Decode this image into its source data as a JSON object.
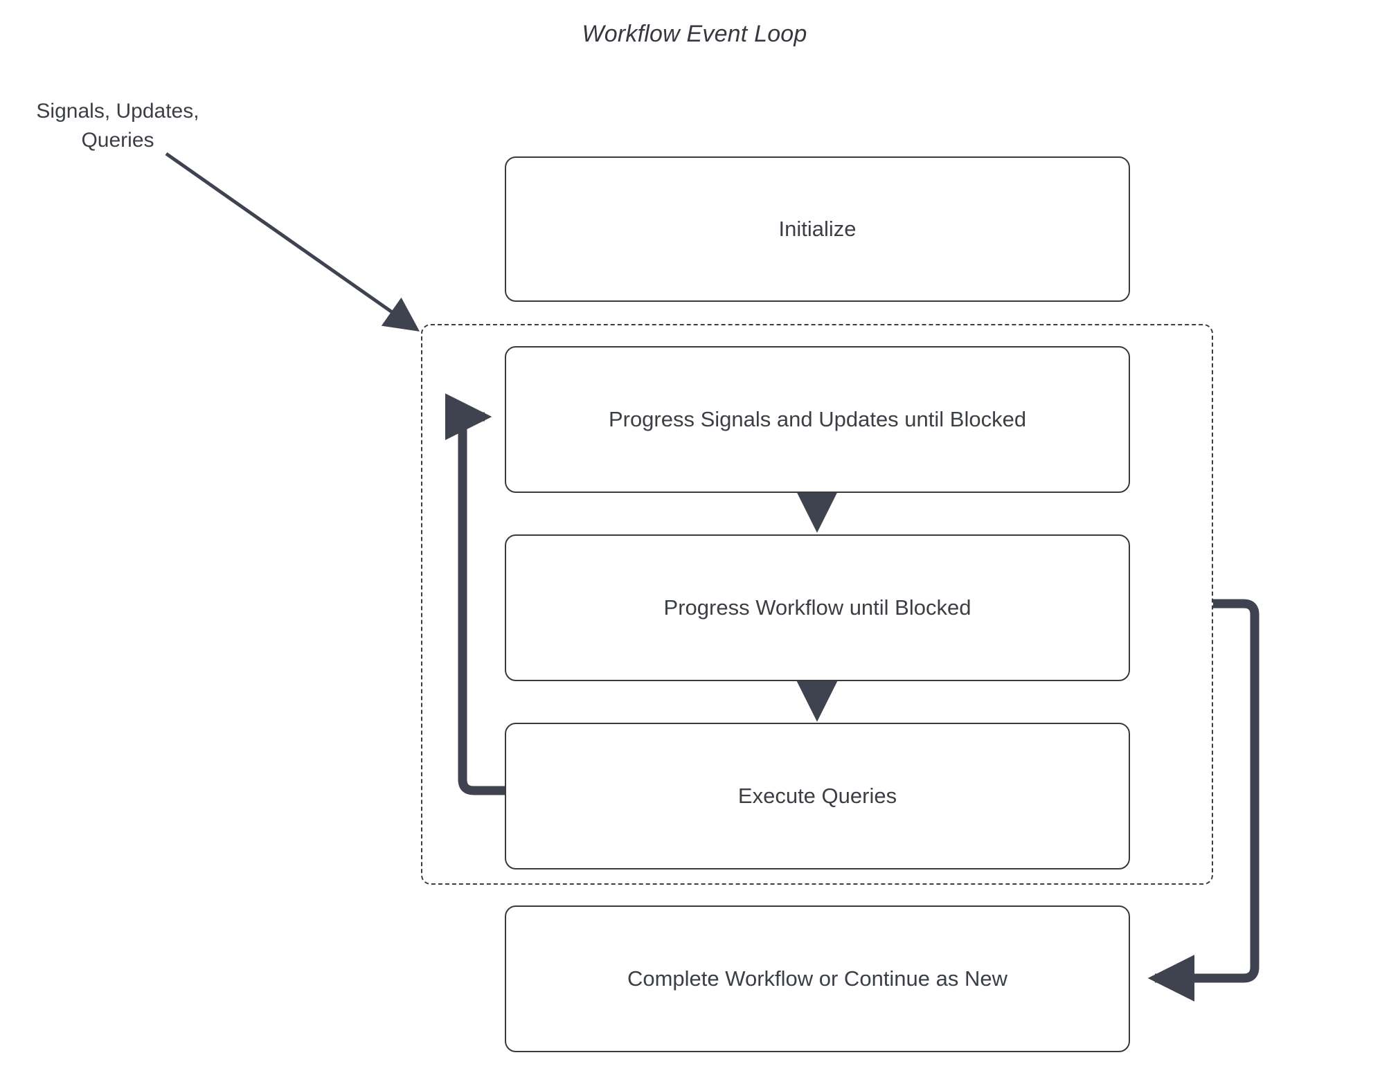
{
  "diagram": {
    "title": "Workflow Event Loop",
    "external_label": "Signals, Updates, Queries",
    "colors": {
      "node_border": "#39393b",
      "node_fill": "#ffffff",
      "text": "#3b3f45",
      "arrow": "#3f434f",
      "dashed_border": "#3c3c3e",
      "background": "#ffffff"
    },
    "nodes": [
      {
        "id": "initialize",
        "label": "Initialize"
      },
      {
        "id": "progress-signals-updates",
        "label": "Progress Signals and Updates until Blocked"
      },
      {
        "id": "progress-workflow",
        "label": "Progress Workflow until Blocked"
      },
      {
        "id": "execute-queries",
        "label": "Execute Queries"
      },
      {
        "id": "complete-workflow",
        "label": "Complete Workflow or Continue as New"
      }
    ],
    "group": {
      "id": "event-loop-group",
      "style": "dashed",
      "contains": [
        "progress-signals-updates",
        "progress-workflow",
        "execute-queries"
      ]
    },
    "edges": [
      {
        "from": "external-input",
        "to": "event-loop-group",
        "label": "Signals, Updates, Queries",
        "style": "thin-arrow"
      },
      {
        "from": "progress-signals-updates",
        "to": "progress-workflow",
        "label": "",
        "style": "arrow"
      },
      {
        "from": "progress-workflow",
        "to": "execute-queries",
        "label": "",
        "style": "arrow"
      },
      {
        "from": "execute-queries",
        "to": "progress-signals-updates",
        "label": "",
        "style": "loop-back-left"
      },
      {
        "from": "event-loop-group",
        "to": "complete-workflow",
        "label": "",
        "style": "loop-right"
      }
    ]
  }
}
